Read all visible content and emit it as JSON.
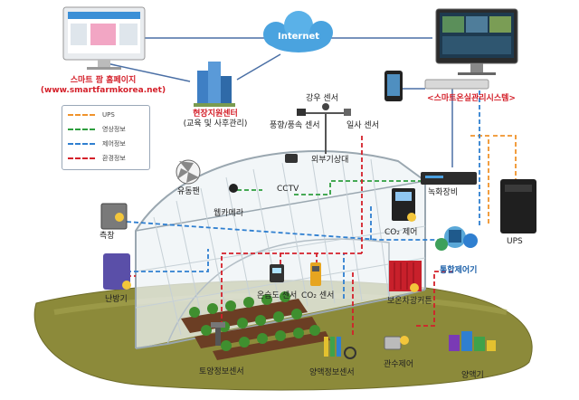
{
  "internet": "Internet",
  "homepage": {
    "title": "스마트 팜 홈페이지",
    "url": "(www.smartfarmkorea.net)"
  },
  "support_center": {
    "title": "현장지원센터",
    "subtitle": "(교육 및 사후관리)"
  },
  "mgmt_system": "<스마트온실관리시스템>",
  "legend": [
    {
      "label": "UPS",
      "color": "#f0932b"
    },
    {
      "label": "영상정보",
      "color": "#2e9e3e"
    },
    {
      "label": "제어정보",
      "color": "#2f7fd0"
    },
    {
      "label": "환경정보",
      "color": "#d4202a"
    }
  ],
  "labels": {
    "rain_sensor": "강우 센서",
    "wind_sensor": "풍향/풍속 센서",
    "solar_sensor": "일사 센서",
    "weather_station": "외부기상대",
    "fan": "유동팬",
    "cctv": "CCTV",
    "dvr": "녹화장비",
    "ups": "UPS",
    "side_window": "측창",
    "web_camera": "웹카메라",
    "co2_control": "CO₂ 제어",
    "integrated_controller": "통합제어기",
    "heater": "난방기",
    "temp_humidity_sensor": "온습도 센서",
    "co2_sensor": "CO₂ 센서",
    "curtain": "보온차광커튼",
    "soil_sensor": "토양정보센서",
    "nutrient_sensor": "양액정보센서",
    "irrigation": "관수제어",
    "nutrient_machine": "양액기"
  },
  "colors": {
    "ups_line": "#f0932b",
    "video_line": "#2e9e3e",
    "control_line": "#2f7fd0",
    "environment_line": "#d4202a",
    "network_line": "#4a6fa5",
    "label_red": "#d4202a",
    "label_blue": "#1a5fa8"
  }
}
